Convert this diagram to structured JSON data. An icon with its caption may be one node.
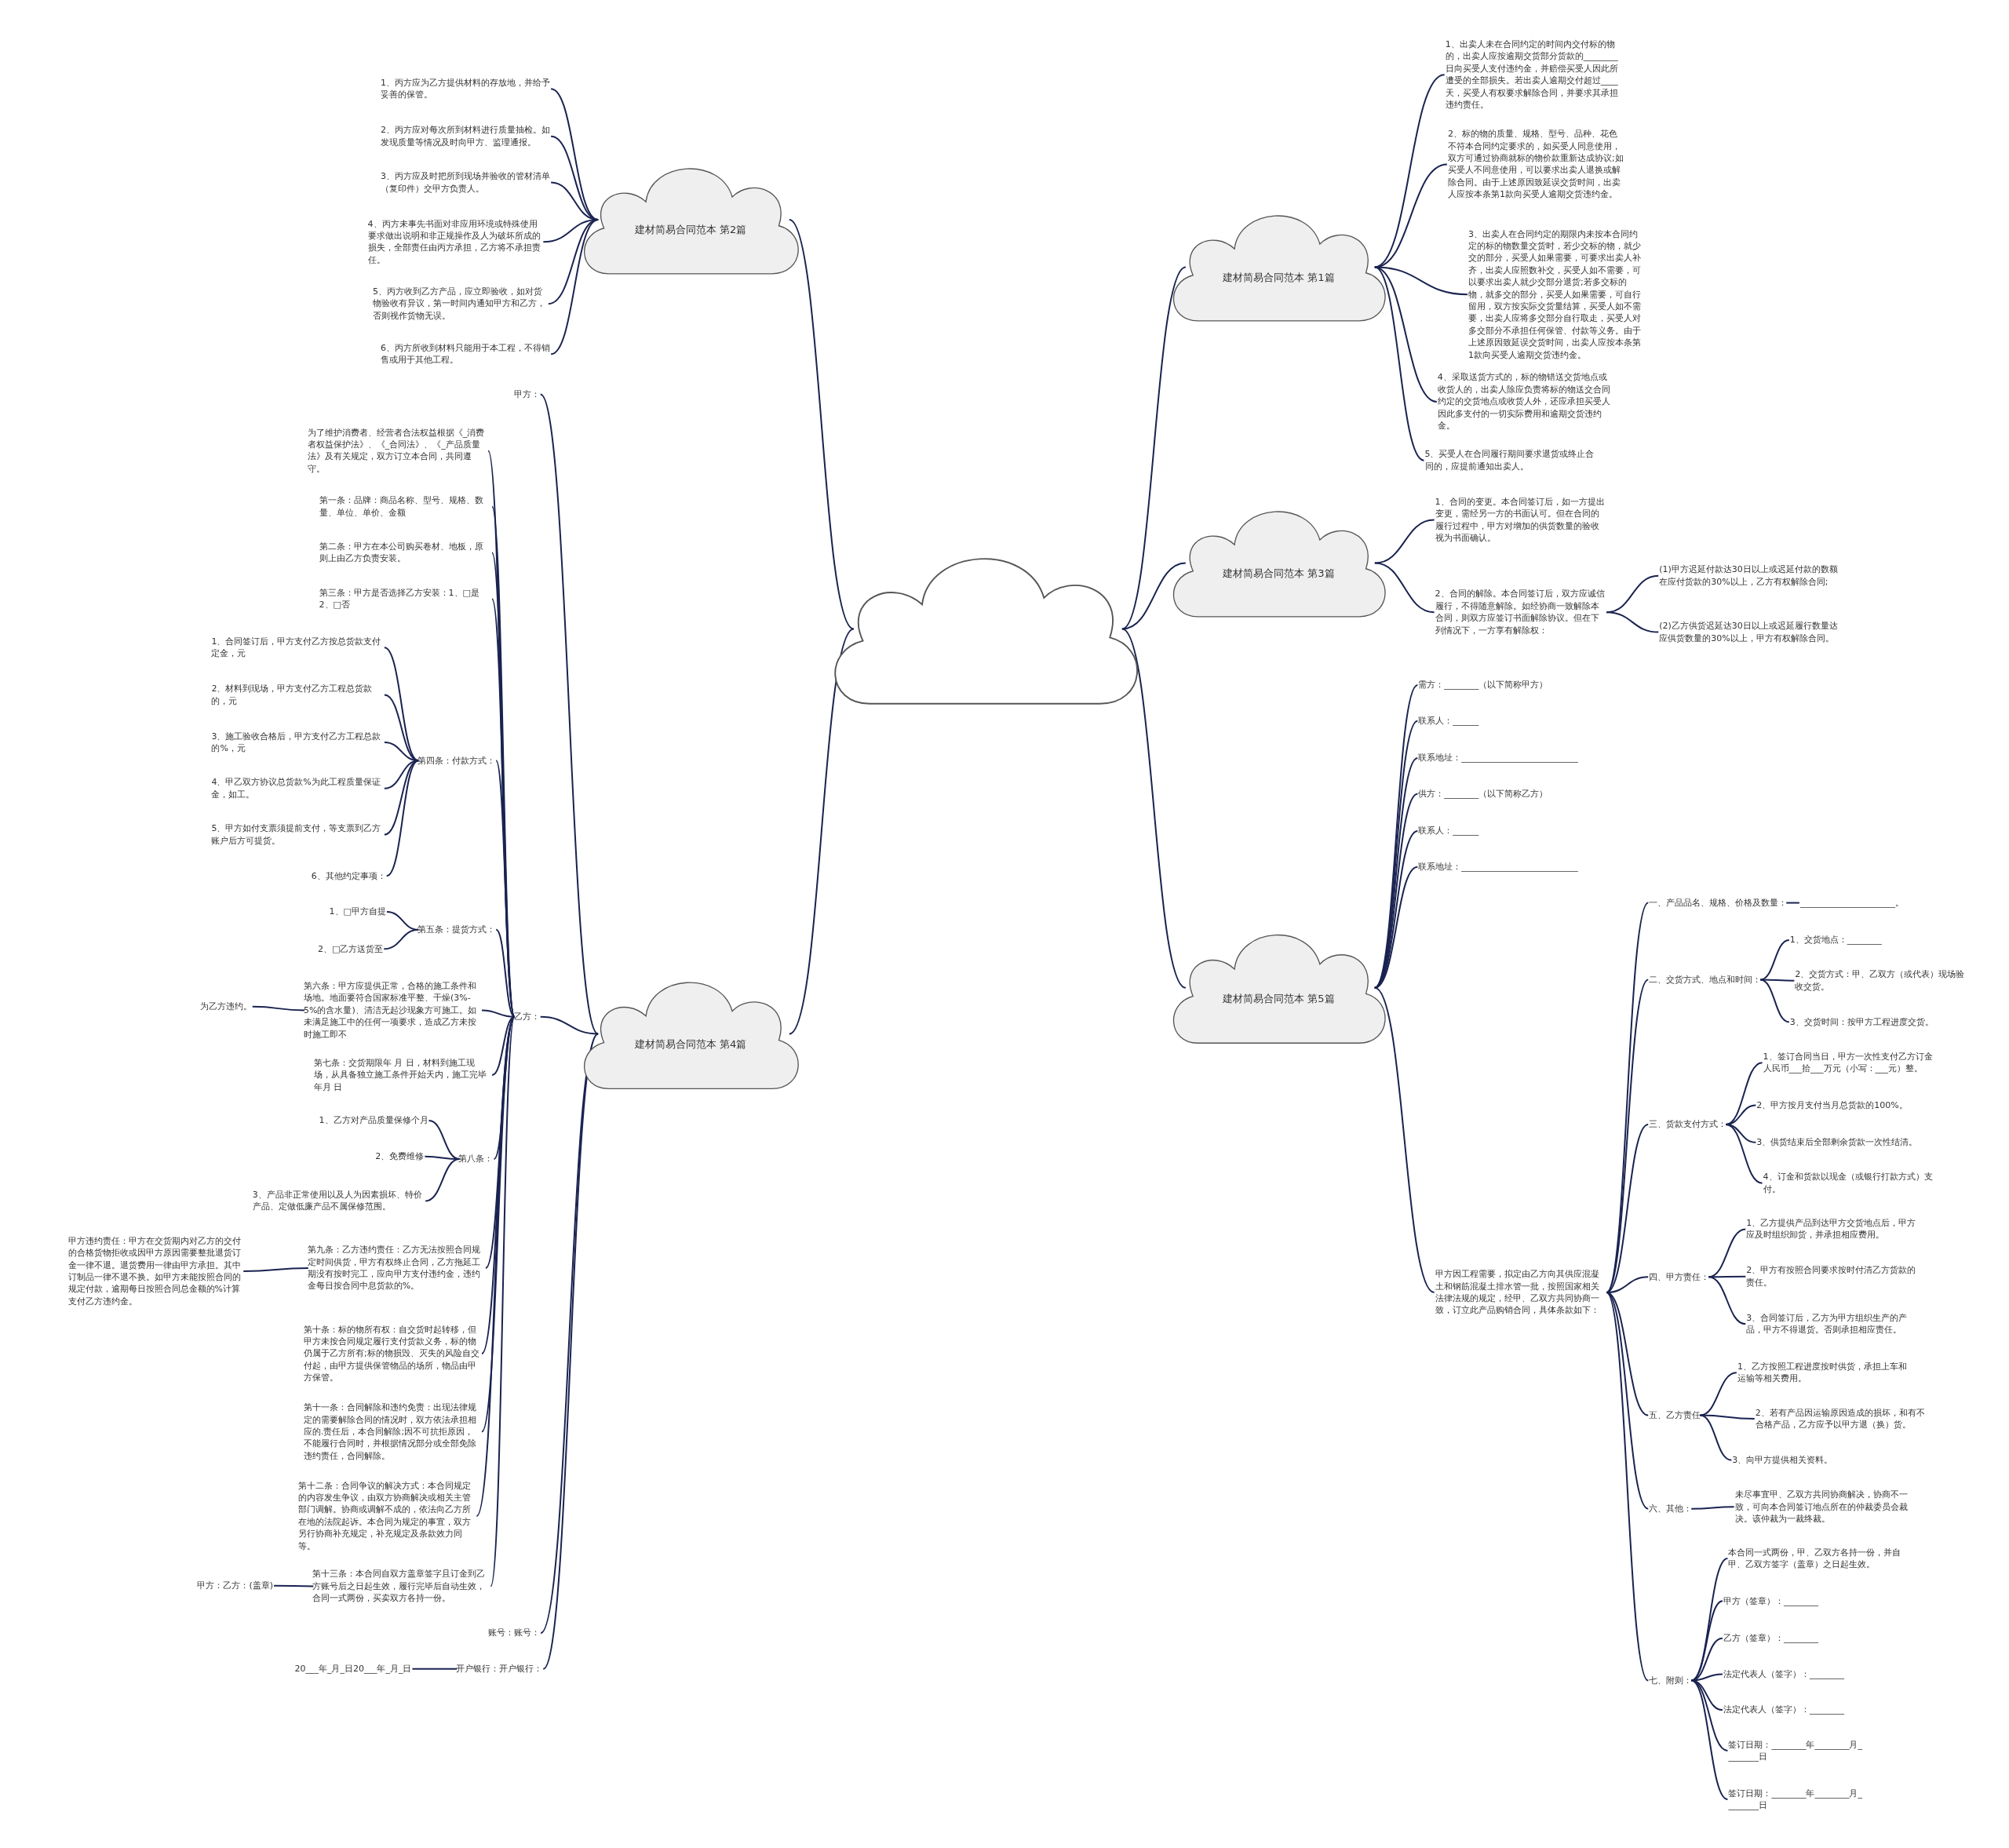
{
  "diagram": {
    "nodes": [
      {
        "text": [],
        "shape": "cloud"
      },
      {
        "text": [
          "建材简易合同范本 第2篇"
        ]
      },
      {
        "text": [
          "1、丙方应为乙方提供材料的存放地，并给予妥善的保管。"
        ]
      },
      {
        "text": [
          "2、丙方应对每次所到材料进行质量抽检。如发现质量等情况及时向甲方、监理通报。"
        ]
      },
      {
        "text": [
          "3、丙方应及时把所到现场并验收的管材清单（复印件）交甲方负责人。"
        ]
      },
      {
        "text": [
          "4、丙方未事先书面对非应用环境或特殊使用要求做出说明和非正规操作及人为破坏所成的损失，全部责任由丙方承担，乙方将不承担责任。"
        ]
      },
      {
        "text": [
          "5、丙方收到乙方产品，应立即验收，如对货物验收有异议，第一时间内通知甲方和乙方，否则视作货物无误。"
        ]
      },
      {
        "text": [
          "6、丙方所收到材料只能用于本工程，不得销售或用于其他工程。"
        ]
      },
      {
        "text": [
          "建材简易合同范本 第4篇"
        ]
      },
      {
        "text": [
          "甲方："
        ]
      },
      {
        "text": [
          "乙方："
        ]
      },
      {
        "text": [
          "为了维护消费者、经营者合法权益根据《_消费者权益保护法》、《_合同法》、《_产品质量法》及有关规定，双方订立本合同，共同遵守。"
        ]
      },
      {
        "text": [
          "第一条：品牌：商品名称、型号、规格、数量、单位、单价、金额"
        ]
      },
      {
        "text": [
          "第二条：甲方在本公司购买卷材、地板，原则上由乙方负责安装。"
        ]
      },
      {
        "text": [
          "第三条：甲方是否选择乙方安装：1、□是2、□否"
        ]
      },
      {
        "text": [
          "第四条：付款方式："
        ]
      },
      {
        "text": [
          "1、合同签订后，甲方支付乙方按总货款支付定金，元"
        ]
      },
      {
        "text": [
          "2、材料到现场，甲方支付乙方工程总货款的，元"
        ]
      },
      {
        "text": [
          "3、施工验收合格后，甲方支付乙方工程总款的%，元"
        ]
      },
      {
        "text": [
          "4、甲乙双方协议总货款%为此工程质量保证金，如工。"
        ]
      },
      {
        "text": [
          "5、甲方如付支票须提前支付，等支票到乙方账户后方可提货。"
        ]
      },
      {
        "text": [
          "6、其他约定事项："
        ]
      },
      {
        "text": [
          "第五条：提货方式："
        ]
      },
      {
        "text": [
          "1、□甲方自提"
        ]
      },
      {
        "text": [
          "2、□乙方送货至"
        ]
      },
      {
        "text": [
          "第六条：甲方应提供正常，合格的施工条件和场地。地面要符合国家标准平整、干燥(3%-5%的含水量)、清洁无起沙现象方可施工。如未满足施工中的任何一项要求，造成乙方未按时施工即不"
        ]
      },
      {
        "text": [
          "为乙方违约。"
        ]
      },
      {
        "text": [
          "第七条：交货期限年 月 日，材料到施工现场，从具备独立施工条件开始天内，施工完毕年月 日"
        ]
      },
      {
        "text": [
          "第八条："
        ]
      },
      {
        "text": [
          "1、乙方对产品质量保修个月"
        ]
      },
      {
        "text": [
          "2、免费维修"
        ]
      },
      {
        "text": [
          "3、产品非正常使用以及人为因素损坏、特价产品、定做低廉产品不属保修范围。"
        ]
      },
      {
        "text": [
          "第九条：乙方违约责任：乙方无法按照合同规定时间供货，甲方有权终止合同，乙方拖延工期没有按时完工，应向甲方支付违约金，违约金每日按合同中息货款的%。"
        ]
      },
      {
        "text": [
          "甲方违约责任：甲方在交货期内对乙方的交付的合格货物拒收或因甲方原因需要整批退货订金一律不退。退货费用一律由甲方承担。其中订制品一律不退不换。如甲方未能按照合同的规定付款，逾期每日按照合同总金额的%计算支付乙方违约金。"
        ]
      },
      {
        "text": [
          "第十条：标的物所有权：自交货时起转移，但甲方未按合同规定履行支付货款义务，标的物仍属于乙方所有;标的物损毁、灭失的风险自交付起，由甲方提供保管物品的场所，物品由甲方保管。"
        ]
      },
      {
        "text": [
          "第十一条：合同解除和违约免责：出现法律规定的需要解除合同的情况时，双方依法承担相应的.责任后，本合同解除;因不可抗拒原因，不能履行合同时，并根据情况部分或全部免除违约责任，合同解除。"
        ]
      },
      {
        "text": [
          "第十二条：合同争议的解决方式：本合同规定的内容发生争议，由双方协商解决或相关主管部门调解。协商或调解不成的，依法向乙方所在地的法院起诉。本合同为规定的事宜，双方另行协商补充规定，补充规定及条款效力同等。"
        ]
      },
      {
        "text": [
          "第十三条：本合同自双方盖章签字且订金到乙方账号后之日起生效，履行完毕后自动生效，合同一式两份，买卖双方各持一份。"
        ]
      },
      {
        "text": [
          "甲方：乙方：(盖章)"
        ]
      },
      {
        "text": [
          "账号：账号："
        ]
      },
      {
        "text": [
          "开户银行：开户银行："
        ]
      },
      {
        "text": [
          "20___年_月_日20___年_月_日"
        ]
      },
      {
        "text": [
          "建材简易合同范本 第1篇"
        ]
      },
      {
        "text": [
          "1、出卖人未在合同约定的时间内交付标的物的，出卖人应按逾期交货部分货款的________日向买受人支付违约金，并赔偿买受人因此所遭受的全部损失。若出卖人逾期交付超过____天，买受人有权要求解除合同，并要求其承担违约责任。"
        ]
      },
      {
        "text": [
          "2、标的物的质量、规格、型号、品种、花色不符本合同约定要求的，如买受人同意使用，双方可通过协商就标的物价款重新达成协议;如买受人不同意使用，可以要求出卖人退换或解除合同。由于上述原因致延误交货时间，出卖人应按本条第1款向买受人逾期交货违约金。"
        ]
      },
      {
        "text": [
          "3、出卖人在合同约定的期限内未按本合同约定的标的物数量交货时，若少交标的物，就少交的部分，买受人如果需要，可要求出卖人补齐，出卖人应照数补交，买受人如不需要，可以要求出卖人就少交部分退货;若多交标的物，就多交的部分，买受人如果需要，可自行留用，双方按实际交货量结算，买受人如不需要，出卖人应将多交部分自行取走，买受人对多交部分不承担任何保管、付款等义务。由于上述原因致延误交货时间，出卖人应按本条第1款向买受人逾期交货违约金。"
        ]
      },
      {
        "text": [
          "4、采取送货方式的，标的物错送交货地点或收货人的，出卖人除应负责将标的物送交合同约定的交货地点或收货人外，还应承担买受人因此多支付的一切实际费用和逾期交货违约金。"
        ]
      },
      {
        "text": [
          "5、买受人在合同履行期间要求退货或终止合同的，应提前通知出卖人。"
        ]
      },
      {
        "text": [
          "建材简易合同范本 第3篇"
        ]
      },
      {
        "text": [
          "1、合同的变更。本合同签订后，如一方提出变更，需经另一方的书面认可。但在合同的履行过程中，甲方对增加的供货数量的验收视为书面确认。"
        ]
      },
      {
        "text": [
          "2、合同的解除。本合同签订后，双方应诚信履行，不得随意解除。如经协商一致解除本合同，则双方应签订书面解除协议。但在下列情况下，一方享有解除权："
        ]
      },
      {
        "text": [
          "(1)甲方迟延付款达30日以上或迟延付款的数额在应付货款的30%以上，乙方有权解除合同;"
        ]
      },
      {
        "text": [
          "(2)乙方供货迟延达30日以上或迟延履行数量达应供货数量的30%以上，甲方有权解除合同。"
        ]
      },
      {
        "text": [
          "建材简易合同范本 第5篇"
        ]
      },
      {
        "text": [
          "需方：________（以下简称甲方）"
        ]
      },
      {
        "text": [
          "联系人：______"
        ]
      },
      {
        "text": [
          "联系地址：___________________________"
        ]
      },
      {
        "text": [
          "供方：________（以下简称乙方）"
        ]
      },
      {
        "text": [
          "联系人：______"
        ]
      },
      {
        "text": [
          "联系地址：___________________________"
        ]
      },
      {
        "text": [
          "甲方因工程需要，拟定由乙方向其供应混凝土和钢筋混凝土排水管一批，按照国家相关法律法规的规定，经甲、乙双方共同协商一致，订立此产品购销合同，具体条款如下："
        ]
      },
      {
        "text": [
          "一、产品品名、规格、价格及数量："
        ]
      },
      {
        "text": [
          "______________________。"
        ]
      },
      {
        "text": [
          "二、交货方式、地点和时间："
        ]
      },
      {
        "text": [
          "1、交货地点：________"
        ]
      },
      {
        "text": [
          "2、交货方式：甲、乙双方（或代表）现场验收交货。"
        ]
      },
      {
        "text": [
          "3、交货时间：按甲方工程进度交货。"
        ]
      },
      {
        "text": [
          "三、货款支付方式："
        ]
      },
      {
        "text": [
          "1、签订合同当日，甲方一次性支付乙方订金人民币___拾___万元（小写：___元）整。"
        ]
      },
      {
        "text": [
          "2、甲方按月支付当月总货款的100%。"
        ]
      },
      {
        "text": [
          "3、供货结束后全部剩余货款一次性结清。"
        ]
      },
      {
        "text": [
          "4、订金和货款以现金（或银行打款方式）支付。"
        ]
      },
      {
        "text": [
          "四、甲方责任："
        ]
      },
      {
        "text": [
          "1、乙方提供产品到达甲方交货地点后，甲方应及时组织卸货，并承担相应费用。"
        ]
      },
      {
        "text": [
          "2、甲方有按照合同要求按时付清乙方货款的责任。"
        ]
      },
      {
        "text": [
          "3、合同签订后，乙方为甲方组织生产的产品，甲方不得退货。否则承担相应责任。"
        ]
      },
      {
        "text": [
          "五、乙方责任"
        ]
      },
      {
        "text": [
          "1、乙方按照工程进度按时供货，承担上车和运输等相关费用。"
        ]
      },
      {
        "text": [
          "2、若有产品因运输原因造成的损坏，和有不合格产品，乙方应予以甲方退（换）货。"
        ]
      },
      {
        "text": [
          "3、向甲方提供相关资料。"
        ]
      },
      {
        "text": [
          "六、其他："
        ]
      },
      {
        "text": [
          "未尽事宜甲、乙双方共同协商解决，协商不一致，可向本合同签订地点所在的仲裁委员会裁决。该仲裁为一裁终裁。"
        ]
      },
      {
        "text": [
          "七、附则："
        ]
      },
      {
        "text": [
          "本合同一式两份，甲、乙双方各持一份，并自甲、乙双方签字（盖章）之日起生效。"
        ]
      },
      {
        "text": [
          "甲方（签章）：________"
        ]
      },
      {
        "text": [
          "乙方（签章）：________"
        ]
      },
      {
        "text": [
          "法定代表人（签字）：________"
        ]
      },
      {
        "text": [
          "法定代表人（签字）：________"
        ]
      },
      {
        "text": [
          "签订日期：________年________月________日"
        ]
      },
      {
        "text": [
          "签订日期：________年________月________日"
        ]
      }
    ],
    "edges": [
      {
        "from": 0,
        "to": 1,
        "arrow": "none"
      },
      {
        "from": 0,
        "to": 8,
        "arrow": "none"
      },
      {
        "from": 0,
        "to": 42,
        "arrow": "none"
      },
      {
        "from": 0,
        "to": 48,
        "arrow": "none"
      },
      {
        "from": 0,
        "to": 53,
        "arrow": "none"
      },
      {
        "from": 1,
        "to": 2,
        "arrow": "none"
      },
      {
        "from": 1,
        "to": 3,
        "arrow": "none"
      },
      {
        "from": 1,
        "to": 4,
        "arrow": "none"
      },
      {
        "from": 1,
        "to": 5,
        "arrow": "none"
      },
      {
        "from": 1,
        "to": 6,
        "arrow": "none"
      },
      {
        "from": 1,
        "to": 7,
        "arrow": "none"
      },
      {
        "from": 8,
        "to": 9,
        "arrow": "none"
      },
      {
        "from": 8,
        "to": 10,
        "arrow": "none"
      },
      {
        "from": 8,
        "to": 39,
        "arrow": "none"
      },
      {
        "from": 8,
        "to": 40,
        "arrow": "none"
      },
      {
        "from": 10,
        "to": 11,
        "arrow": "none"
      },
      {
        "from": 10,
        "to": 12,
        "arrow": "none"
      },
      {
        "from": 10,
        "to": 13,
        "arrow": "none"
      },
      {
        "from": 10,
        "to": 14,
        "arrow": "none"
      },
      {
        "from": 10,
        "to": 15,
        "arrow": "none"
      },
      {
        "from": 10,
        "to": 22,
        "arrow": "none"
      },
      {
        "from": 10,
        "to": 25,
        "arrow": "none"
      },
      {
        "from": 10,
        "to": 27,
        "arrow": "none"
      },
      {
        "from": 10,
        "to": 28,
        "arrow": "none"
      },
      {
        "from": 10,
        "to": 32,
        "arrow": "none"
      },
      {
        "from": 10,
        "to": 34,
        "arrow": "none"
      },
      {
        "from": 10,
        "to": 35,
        "arrow": "none"
      },
      {
        "from": 10,
        "to": 36,
        "arrow": "none"
      },
      {
        "from": 10,
        "to": 37,
        "arrow": "none"
      },
      {
        "from": 15,
        "to": 16,
        "arrow": "none"
      },
      {
        "from": 15,
        "to": 17,
        "arrow": "none"
      },
      {
        "from": 15,
        "to": 18,
        "arrow": "none"
      },
      {
        "from": 15,
        "to": 19,
        "arrow": "none"
      },
      {
        "from": 15,
        "to": 20,
        "arrow": "none"
      },
      {
        "from": 15,
        "to": 21,
        "arrow": "none"
      },
      {
        "from": 22,
        "to": 23,
        "arrow": "none"
      },
      {
        "from": 22,
        "to": 24,
        "arrow": "none"
      },
      {
        "from": 25,
        "to": 26,
        "arrow": "none"
      },
      {
        "from": 28,
        "to": 29,
        "arrow": "none"
      },
      {
        "from": 28,
        "to": 30,
        "arrow": "none"
      },
      {
        "from": 28,
        "to": 31,
        "arrow": "none"
      },
      {
        "from": 32,
        "to": 33,
        "arrow": "none"
      },
      {
        "from": 37,
        "to": 38,
        "arrow": "none"
      },
      {
        "from": 40,
        "to": 41,
        "arrow": "none"
      },
      {
        "from": 42,
        "to": 43,
        "arrow": "none"
      },
      {
        "from": 42,
        "to": 44,
        "arrow": "none"
      },
      {
        "from": 42,
        "to": 45,
        "arrow": "none"
      },
      {
        "from": 42,
        "to": 46,
        "arrow": "none"
      },
      {
        "from": 42,
        "to": 47,
        "arrow": "none"
      },
      {
        "from": 48,
        "to": 49,
        "arrow": "none"
      },
      {
        "from": 48,
        "to": 50,
        "arrow": "none"
      },
      {
        "from": 50,
        "to": 51,
        "arrow": "none"
      },
      {
        "from": 50,
        "to": 52,
        "arrow": "none"
      },
      {
        "from": 53,
        "to": 54,
        "arrow": "none"
      },
      {
        "from": 53,
        "to": 55,
        "arrow": "none"
      },
      {
        "from": 53,
        "to": 56,
        "arrow": "none"
      },
      {
        "from": 53,
        "to": 57,
        "arrow": "none"
      },
      {
        "from": 53,
        "to": 58,
        "arrow": "none"
      },
      {
        "from": 53,
        "to": 59,
        "arrow": "none"
      },
      {
        "from": 53,
        "to": 60,
        "arrow": "none"
      },
      {
        "from": 60,
        "to": 61,
        "arrow": "none"
      },
      {
        "from": 60,
        "to": 63,
        "arrow": "none"
      },
      {
        "from": 60,
        "to": 67,
        "arrow": "none"
      },
      {
        "from": 60,
        "to": 72,
        "arrow": "none"
      },
      {
        "from": 60,
        "to": 76,
        "arrow": "none"
      },
      {
        "from": 60,
        "to": 80,
        "arrow": "none"
      },
      {
        "from": 60,
        "to": 82,
        "arrow": "none"
      },
      {
        "from": 61,
        "to": 62,
        "arrow": "none"
      },
      {
        "from": 63,
        "to": 64,
        "arrow": "none"
      },
      {
        "from": 63,
        "to": 65,
        "arrow": "none"
      },
      {
        "from": 63,
        "to": 66,
        "arrow": "none"
      },
      {
        "from": 67,
        "to": 68,
        "arrow": "none"
      },
      {
        "from": 67,
        "to": 69,
        "arrow": "none"
      },
      {
        "from": 67,
        "to": 70,
        "arrow": "none"
      },
      {
        "from": 67,
        "to": 71,
        "arrow": "none"
      },
      {
        "from": 72,
        "to": 73,
        "arrow": "none"
      },
      {
        "from": 72,
        "to": 74,
        "arrow": "none"
      },
      {
        "from": 72,
        "to": 75,
        "arrow": "none"
      },
      {
        "from": 76,
        "to": 77,
        "arrow": "none"
      },
      {
        "from": 76,
        "to": 78,
        "arrow": "none"
      },
      {
        "from": 76,
        "to": 79,
        "arrow": "none"
      },
      {
        "from": 80,
        "to": 81,
        "arrow": "none"
      },
      {
        "from": 82,
        "to": 83,
        "arrow": "none"
      },
      {
        "from": 82,
        "to": 84,
        "arrow": "none"
      },
      {
        "from": 82,
        "to": 85,
        "arrow": "none"
      },
      {
        "from": 82,
        "to": 86,
        "arrow": "none"
      },
      {
        "from": 82,
        "to": 87,
        "arrow": "none"
      },
      {
        "from": 82,
        "to": 88,
        "arrow": "none"
      },
      {
        "from": 82,
        "to": 89,
        "arrow": "none"
      }
    ]
  }
}
